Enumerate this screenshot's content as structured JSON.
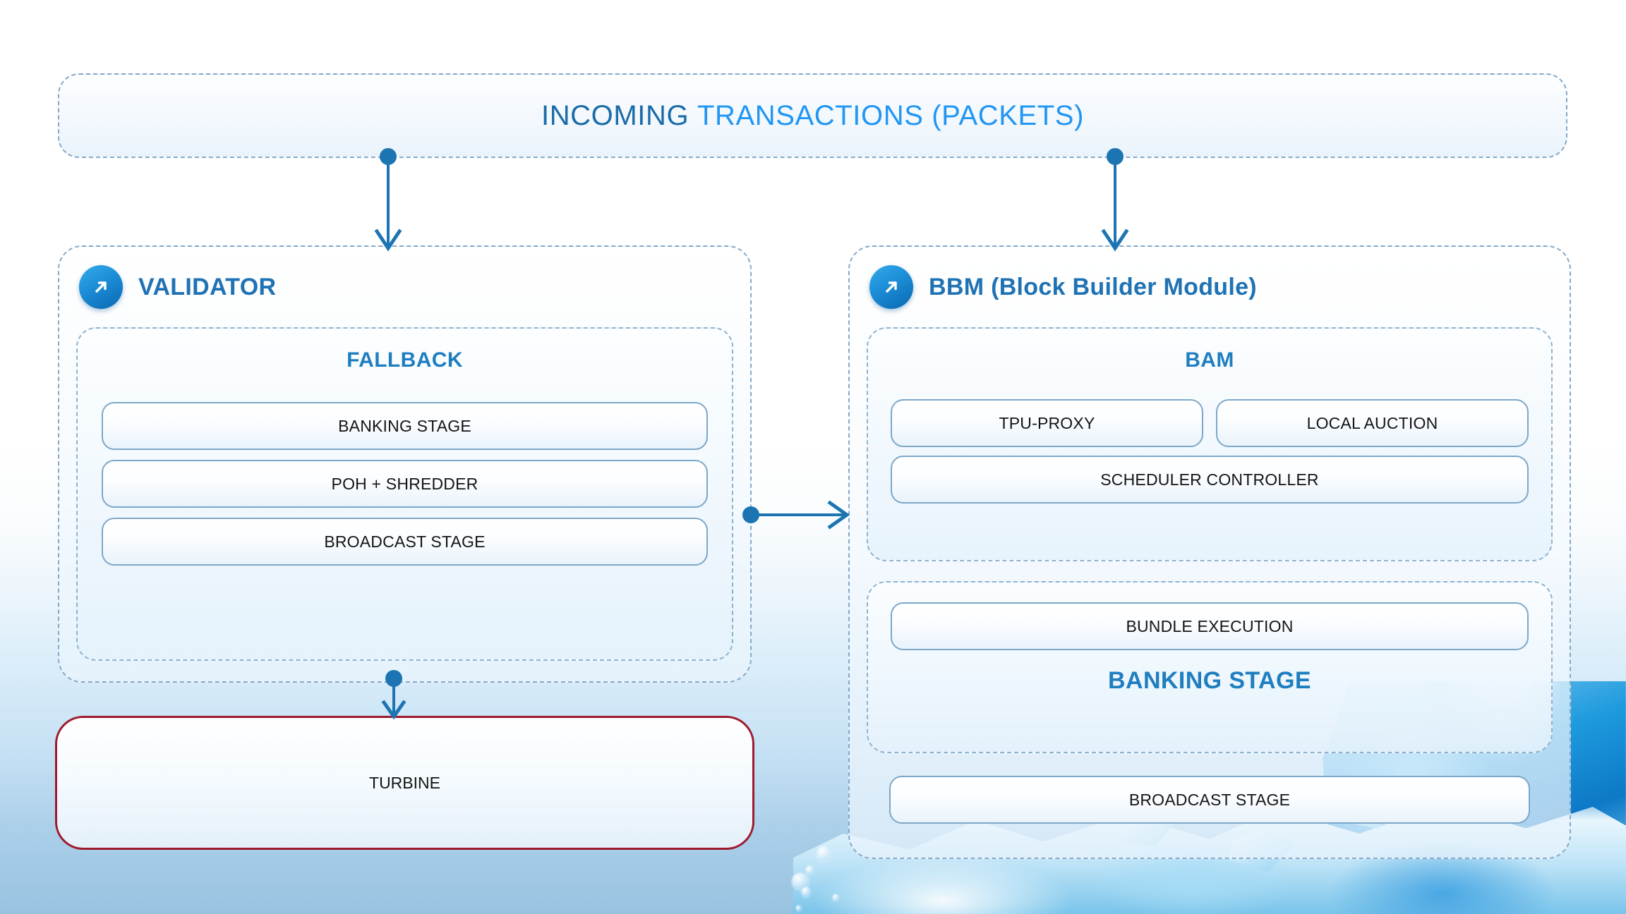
{
  "header": {
    "segment_a": "INCOMING",
    "segment_b": "TRANSACTIONS (PACKETS)"
  },
  "colors": {
    "accent_blue": "#2196f3",
    "deep_blue": "#1b6ca8",
    "title_blue": "#1f72b4",
    "dashed_border": "#86a9c8",
    "box_border": "#7da7c9",
    "turbine_border": "#9e1b2f",
    "arrow": "#1c74b2",
    "background_bottom": "#98c3e0"
  },
  "validator": {
    "title": "VALIDATOR",
    "icon": "arrow-up-right-icon",
    "group": {
      "title": "FALLBACK",
      "boxes": [
        {
          "label": "BANKING STAGE"
        },
        {
          "label": "POH + SHREDDER"
        },
        {
          "label": "BROADCAST STAGE"
        }
      ]
    },
    "turbine": {
      "label": "TURBINE"
    }
  },
  "bbm": {
    "title": "BBM (Block Builder Module)",
    "icon": "arrow-up-right-icon",
    "bam_group": {
      "title": "BAM",
      "row_boxes": [
        {
          "label": "TPU-PROXY"
        },
        {
          "label": "LOCAL AUCTION"
        }
      ],
      "full_box": {
        "label": "SCHEDULER CONTROLLER"
      }
    },
    "banking_group": {
      "box": {
        "label": "BUNDLE EXECUTION"
      },
      "title": "BANKING STAGE"
    },
    "broadcast_box": {
      "label": "BROADCAST STAGE"
    }
  },
  "connectors": [
    {
      "name": "header-to-validator",
      "direction": "down"
    },
    {
      "name": "header-to-bbm",
      "direction": "down"
    },
    {
      "name": "validator-to-bbm",
      "direction": "right"
    },
    {
      "name": "fallback-to-turbine",
      "direction": "down"
    }
  ]
}
